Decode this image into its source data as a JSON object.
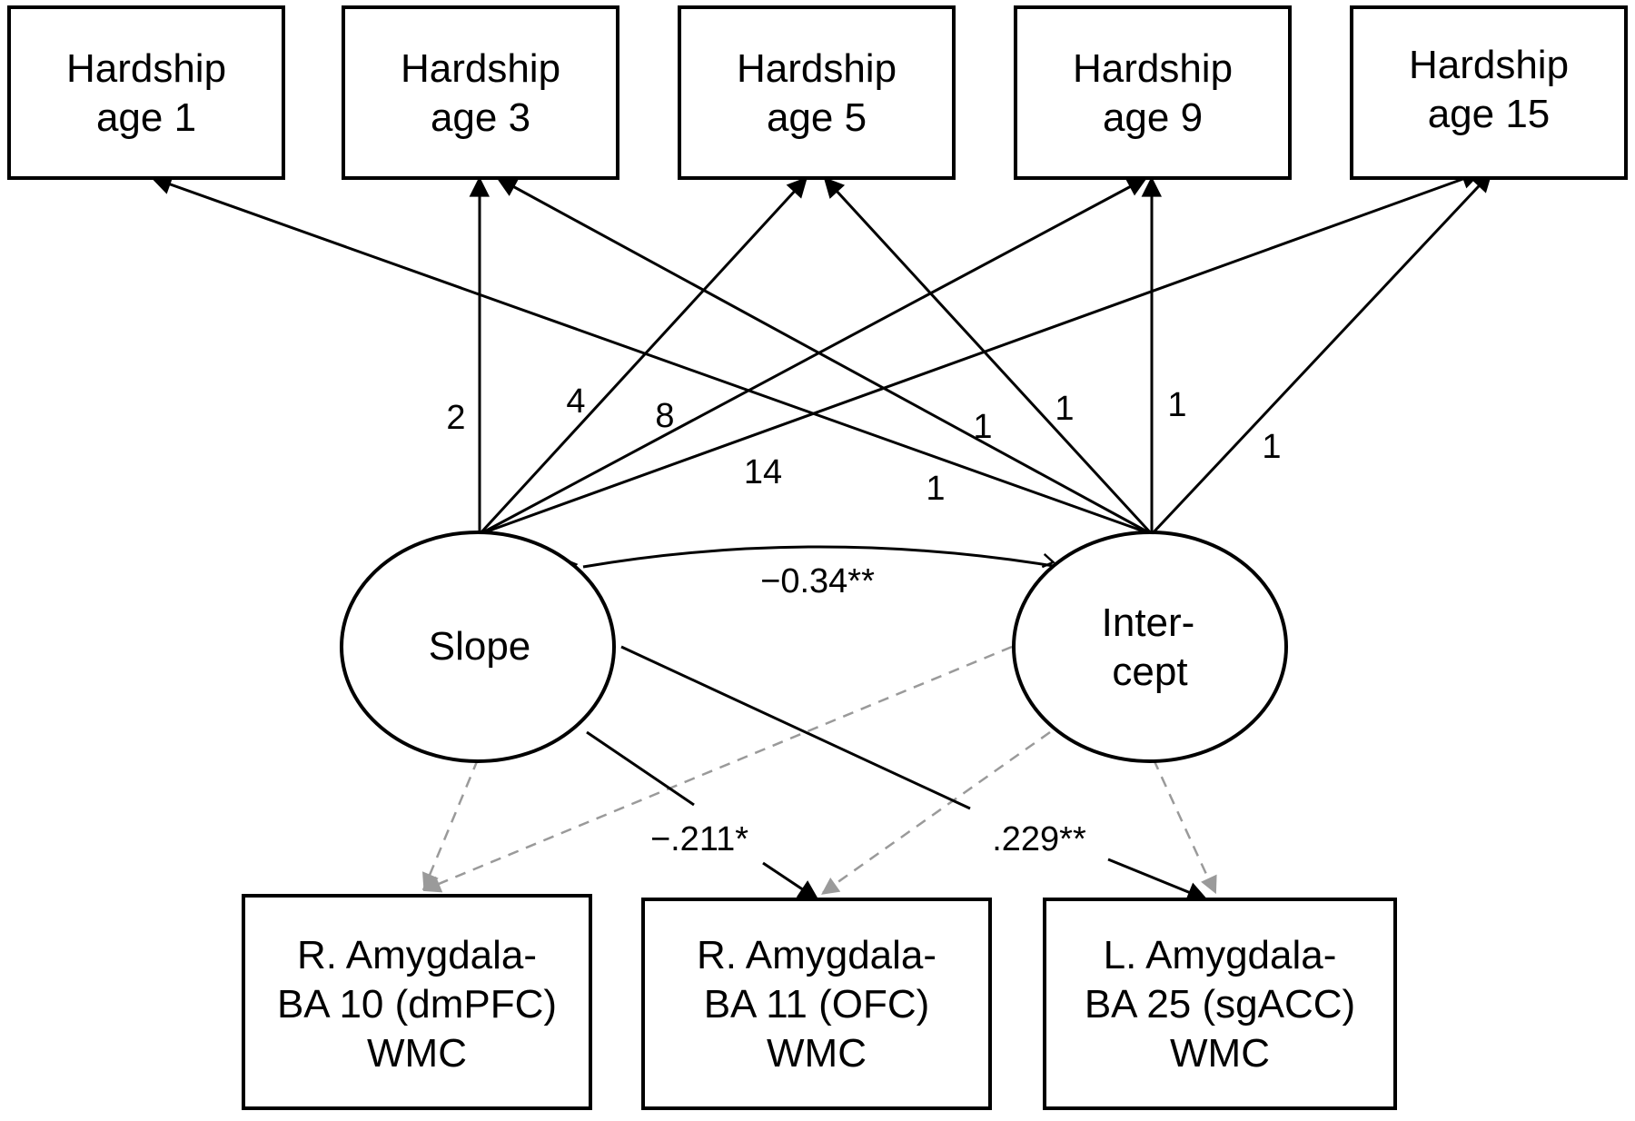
{
  "indicators": [
    {
      "line1": "Hardship",
      "line2": "age 1"
    },
    {
      "line1": "Hardship",
      "line2": "age 3"
    },
    {
      "line1": "Hardship",
      "line2": "age 5"
    },
    {
      "line1": "Hardship",
      "line2": "age 9"
    },
    {
      "line1": "Hardship",
      "line2": "age 15"
    }
  ],
  "latents": {
    "slope": {
      "label": "Slope"
    },
    "intercept": {
      "line1": "Inter-",
      "line2": "cept"
    }
  },
  "outcomes": [
    {
      "line1": "R. Amygdala-",
      "line2": "BA 10 (dmPFC)",
      "line3": "WMC"
    },
    {
      "line1": "R. Amygdala-",
      "line2": "BA 11 (OFC)",
      "line3": "WMC"
    },
    {
      "line1": "L. Amygdala-",
      "line2": "BA 25 (sgACC)",
      "line3": "WMC"
    }
  ],
  "slope_loadings": [
    "2",
    "4",
    "8",
    "14"
  ],
  "intercept_loadings": [
    "1",
    "1",
    "1",
    "1",
    "1"
  ],
  "covariance": "−0.34**",
  "regressions": {
    "slope_to_ofc": "−.211*",
    "slope_to_sgacc": ".229**"
  },
  "colors": {
    "significant_path": "#000000",
    "nonsignificant_path": "#9a9a9a"
  }
}
